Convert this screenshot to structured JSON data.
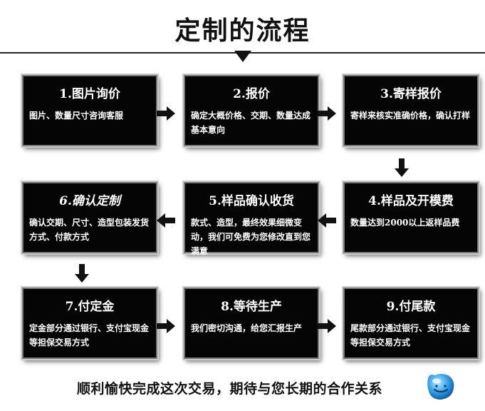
{
  "title": "定制的流程",
  "steps": [
    {
      "title": "1.图片询价",
      "desc": "图片、数量尺寸咨询客服"
    },
    {
      "title": "2.报价",
      "desc": "确定大概价格、交期、数量达成基本意向"
    },
    {
      "title": "3.寄样报价",
      "desc": "寄样来核实准确价格，确认打样"
    },
    {
      "title": "4.样品及开模费",
      "desc": "数量达到2000以上返样品费"
    },
    {
      "title": "5.样品确认收货",
      "desc": "款式、造型，最终效果细微变动，我们可免费为您修改直到您满意"
    },
    {
      "title": "6.确认定制",
      "desc": "确认交期、尺寸、造型包装发货方式、付款方式"
    },
    {
      "title": "7.付定金",
      "desc": "定金部分通过银行、支付宝现金等担保交易方式"
    },
    {
      "title": "8.等待生产",
      "desc": "我们密切沟通，给您汇报生产"
    },
    {
      "title": "9.付尾款",
      "desc": "尾款部分通过银行、支付宝现金等担保交易方式"
    }
  ],
  "footer": "顺利愉快完成这次交易，期待与您长期的合作关系",
  "colors": {
    "box": "#050505",
    "text": "#ffffff",
    "arrow": "#111111"
  },
  "icons": [
    "arrow-right-icon",
    "arrow-down-icon",
    "arrow-left-icon",
    "chat-bubble-icon"
  ]
}
